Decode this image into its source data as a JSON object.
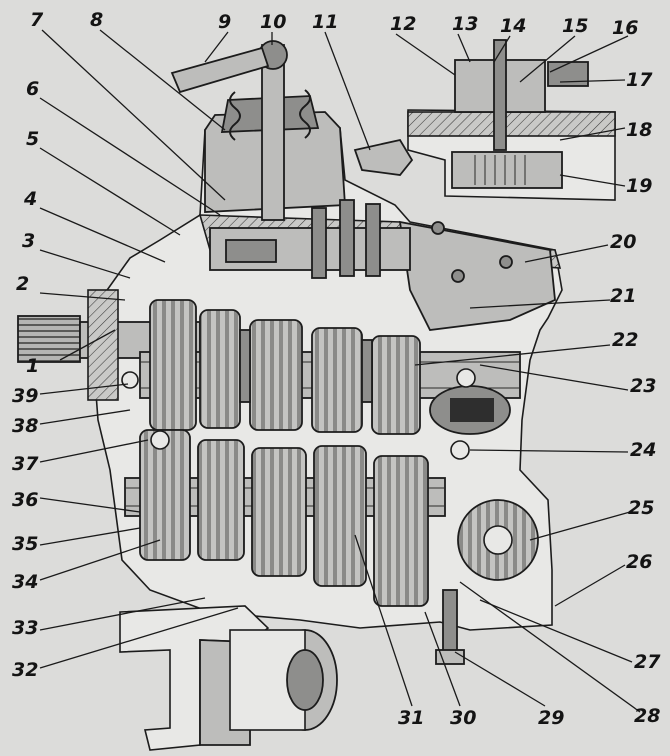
{
  "callouts": [
    {
      "id": "1",
      "label": "1"
    },
    {
      "id": "2",
      "label": "2"
    },
    {
      "id": "3",
      "label": "3"
    },
    {
      "id": "4",
      "label": "4"
    },
    {
      "id": "5",
      "label": "5"
    },
    {
      "id": "6",
      "label": "6"
    },
    {
      "id": "7",
      "label": "7"
    },
    {
      "id": "8",
      "label": "8"
    },
    {
      "id": "9",
      "label": "9"
    },
    {
      "id": "10",
      "label": "10"
    },
    {
      "id": "11",
      "label": "11"
    },
    {
      "id": "12",
      "label": "12"
    },
    {
      "id": "13",
      "label": "13"
    },
    {
      "id": "14",
      "label": "14"
    },
    {
      "id": "15",
      "label": "15"
    },
    {
      "id": "16",
      "label": "16"
    },
    {
      "id": "17",
      "label": "17"
    },
    {
      "id": "18",
      "label": "18"
    },
    {
      "id": "19",
      "label": "19"
    },
    {
      "id": "20",
      "label": "20"
    },
    {
      "id": "21",
      "label": "21"
    },
    {
      "id": "22",
      "label": "22"
    },
    {
      "id": "23",
      "label": "23"
    },
    {
      "id": "24",
      "label": "24"
    },
    {
      "id": "25",
      "label": "25"
    },
    {
      "id": "26",
      "label": "26"
    },
    {
      "id": "27",
      "label": "27"
    },
    {
      "id": "28",
      "label": "28"
    },
    {
      "id": "29",
      "label": "29"
    },
    {
      "id": "30",
      "label": "30"
    },
    {
      "id": "31",
      "label": "31"
    },
    {
      "id": "32",
      "label": "32"
    },
    {
      "id": "33",
      "label": "33"
    },
    {
      "id": "34",
      "label": "34"
    },
    {
      "id": "35",
      "label": "35"
    },
    {
      "id": "36",
      "label": "36"
    },
    {
      "id": "37",
      "label": "37"
    },
    {
      "id": "38",
      "label": "38"
    },
    {
      "id": "39",
      "label": "39"
    }
  ],
  "colors": {
    "paper": "#dcdcda",
    "ink": "#141414",
    "metal": "#bdbdbb"
  }
}
